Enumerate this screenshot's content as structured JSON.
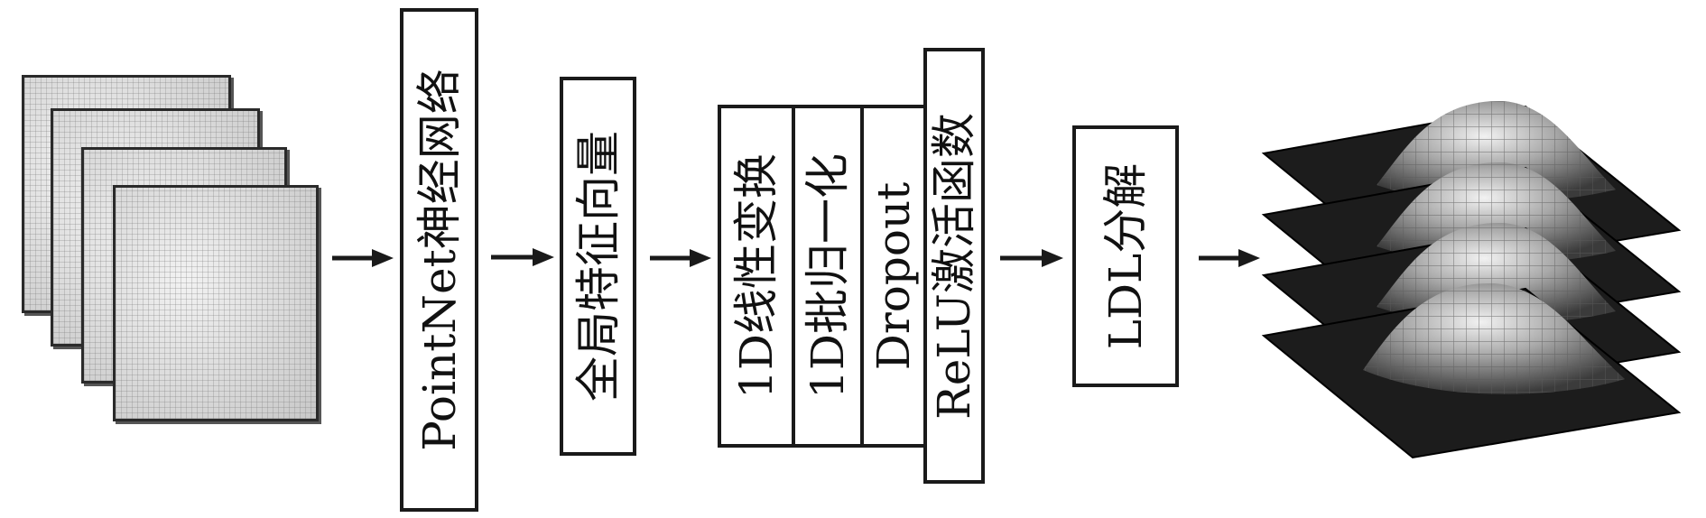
{
  "diagram": {
    "stages": {
      "pointnet": "PointNet神经网络",
      "global_feature": "全局特征向量",
      "linear_1d": "1D线性变换",
      "batchnorm_1d": "1D批归一化",
      "dropout": "Dropout",
      "relu": "ReLU激活函数",
      "ldl": "LDL分解"
    },
    "icons": {
      "input_stack": "grid-sheet-stack-icon",
      "output_stack": "gaussian-surface-stack-icon",
      "arrow": "right-arrow-icon"
    },
    "colors": {
      "stroke": "#1a1a1a",
      "box_fill": "#ffffff",
      "sheet_fill": "#e4e4e4",
      "surface_dark": "#1c1c1c"
    }
  }
}
